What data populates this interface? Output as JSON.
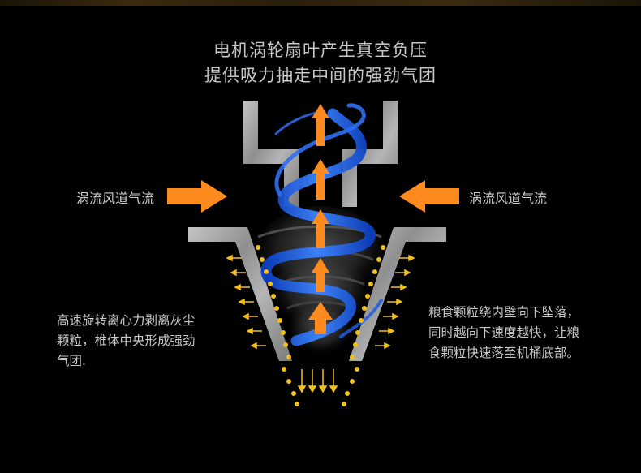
{
  "header": {
    "line1": "电机涡轮扇叶产生真空负压",
    "line2": "提供吸力抽走中间的强劲气团"
  },
  "labels": {
    "left_inflow": "涡流风道气流",
    "right_inflow": "涡流风道气流"
  },
  "notes": {
    "left": [
      "高速旋转离心力剥离灰尘",
      "颗粒，椎体中央形成强劲",
      "气团."
    ],
    "right": [
      "粮食颗粒绕内壁向下坠落，",
      "同时越向下速度越快，让粮",
      "食颗粒快速落至机桶底部。"
    ]
  },
  "colors": {
    "background": "#000000",
    "metal": "#9a9a9a",
    "arrow_orange": "#ff8a1e",
    "particle_yellow": "#f2c21a",
    "vortex_blue": "#1f5fe0",
    "text": "#c8c8c8"
  },
  "icons": [
    "inflow-arrow-icon",
    "upward-arrow-icon",
    "downward-arrow-icon",
    "outward-arrow-icon"
  ]
}
